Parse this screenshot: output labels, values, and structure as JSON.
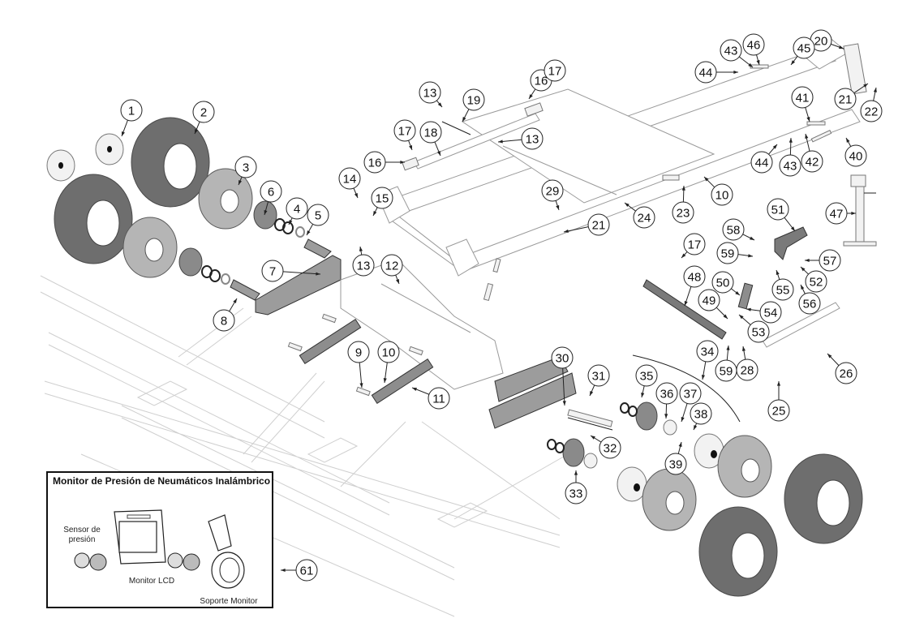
{
  "diagram": {
    "type": "exploded-parts-view",
    "accent_colors": {
      "line": "#222222",
      "part_dark": "#6e6e6e",
      "part_mid": "#b5b5b5",
      "ghost": "#cfcfcf"
    },
    "callouts": [
      {
        "id": "1",
        "label": "1"
      },
      {
        "id": "2",
        "label": "2"
      },
      {
        "id": "3",
        "label": "3"
      },
      {
        "id": "4",
        "label": "4"
      },
      {
        "id": "5",
        "label": "5"
      },
      {
        "id": "6",
        "label": "6"
      },
      {
        "id": "7",
        "label": "7"
      },
      {
        "id": "8",
        "label": "8"
      },
      {
        "id": "9",
        "label": "9"
      },
      {
        "id": "10a",
        "label": "10"
      },
      {
        "id": "10b",
        "label": "10"
      },
      {
        "id": "11",
        "label": "11"
      },
      {
        "id": "12",
        "label": "12"
      },
      {
        "id": "13a",
        "label": "13"
      },
      {
        "id": "13b",
        "label": "13"
      },
      {
        "id": "13c",
        "label": "13"
      },
      {
        "id": "14",
        "label": "14"
      },
      {
        "id": "15",
        "label": "15"
      },
      {
        "id": "16a",
        "label": "16"
      },
      {
        "id": "16b",
        "label": "16"
      },
      {
        "id": "17a",
        "label": "17"
      },
      {
        "id": "17b",
        "label": "17"
      },
      {
        "id": "17c",
        "label": "17"
      },
      {
        "id": "18",
        "label": "18"
      },
      {
        "id": "19",
        "label": "19"
      },
      {
        "id": "20",
        "label": "20"
      },
      {
        "id": "21a",
        "label": "21"
      },
      {
        "id": "21b",
        "label": "21"
      },
      {
        "id": "22",
        "label": "22"
      },
      {
        "id": "23",
        "label": "23"
      },
      {
        "id": "24",
        "label": "24"
      },
      {
        "id": "25",
        "label": "25"
      },
      {
        "id": "26",
        "label": "26"
      },
      {
        "id": "28",
        "label": "28"
      },
      {
        "id": "29",
        "label": "29"
      },
      {
        "id": "30",
        "label": "30"
      },
      {
        "id": "31",
        "label": "31"
      },
      {
        "id": "32",
        "label": "32"
      },
      {
        "id": "33",
        "label": "33"
      },
      {
        "id": "34",
        "label": "34"
      },
      {
        "id": "35",
        "label": "35"
      },
      {
        "id": "36",
        "label": "36"
      },
      {
        "id": "37",
        "label": "37"
      },
      {
        "id": "38",
        "label": "38"
      },
      {
        "id": "39",
        "label": "39"
      },
      {
        "id": "40",
        "label": "40"
      },
      {
        "id": "41",
        "label": "41"
      },
      {
        "id": "42",
        "label": "42"
      },
      {
        "id": "43a",
        "label": "43"
      },
      {
        "id": "43b",
        "label": "43"
      },
      {
        "id": "44a",
        "label": "44"
      },
      {
        "id": "44b",
        "label": "44"
      },
      {
        "id": "45",
        "label": "45"
      },
      {
        "id": "46",
        "label": "46"
      },
      {
        "id": "47",
        "label": "47"
      },
      {
        "id": "48",
        "label": "48"
      },
      {
        "id": "49",
        "label": "49"
      },
      {
        "id": "50",
        "label": "50"
      },
      {
        "id": "51",
        "label": "51"
      },
      {
        "id": "52",
        "label": "52"
      },
      {
        "id": "53",
        "label": "53"
      },
      {
        "id": "54",
        "label": "54"
      },
      {
        "id": "55",
        "label": "55"
      },
      {
        "id": "56",
        "label": "56"
      },
      {
        "id": "57",
        "label": "57"
      },
      {
        "id": "58",
        "label": "58"
      },
      {
        "id": "59a",
        "label": "59"
      },
      {
        "id": "59b",
        "label": "59"
      },
      {
        "id": "61",
        "label": "61"
      }
    ]
  },
  "inset": {
    "title": "Monitor de Presión de Neumáticos Inalámbrico",
    "sensor_label": "Sensor de presión",
    "lcd_label": "Monitor LCD",
    "mount_label": "Soporte Monitor"
  }
}
